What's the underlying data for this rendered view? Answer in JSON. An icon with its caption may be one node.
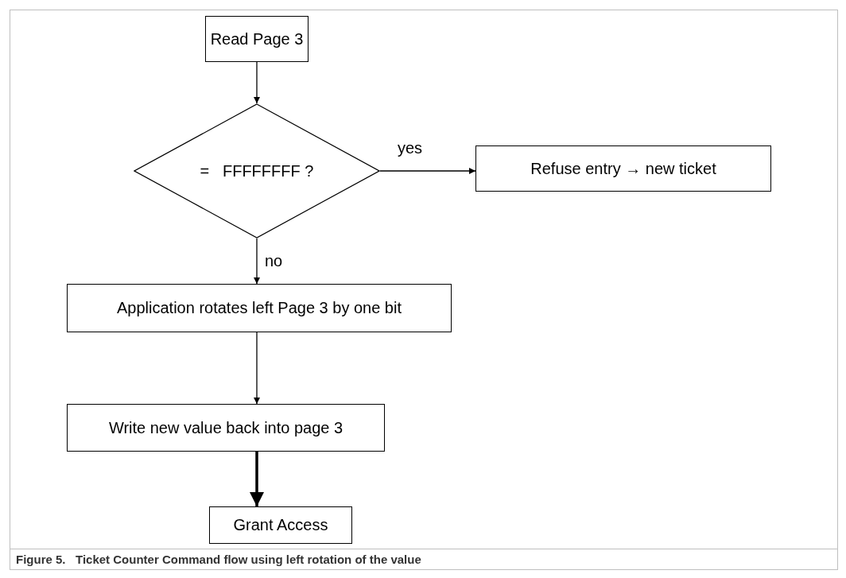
{
  "diagram": {
    "caption": "Figure 5.   Ticket Counter Command flow using left rotation of the value",
    "nodes": [
      {
        "text": [
          "Read Page 3"
        ]
      },
      {
        "text": [
          "=   FFFFFFFF ?"
        ]
      },
      {
        "text": [
          "Refuse entry → new ticket"
        ]
      },
      {
        "text": [
          "Application rotates left Page 3 by one bit"
        ]
      },
      {
        "text": [
          "Write new value back into page 3"
        ]
      },
      {
        "text": [
          "Grant Access"
        ]
      }
    ],
    "edges": [
      {
        "from": 0,
        "to": 1,
        "arrow": "to"
      },
      {
        "from": 1,
        "to": 2,
        "arrow": "to",
        "label": "yes"
      },
      {
        "from": 1,
        "to": 3,
        "arrow": "to",
        "label": "no"
      },
      {
        "from": 3,
        "to": 4,
        "arrow": "to"
      },
      {
        "from": 4,
        "to": 5,
        "arrow": "to",
        "style": "thick"
      }
    ]
  }
}
